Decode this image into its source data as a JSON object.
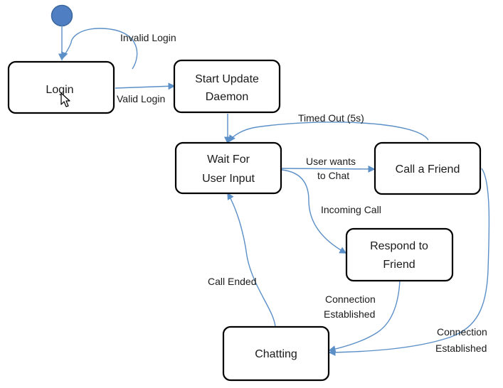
{
  "colors": {
    "state_border": "#000000",
    "state_fill": "#ffffff",
    "transition_line": "#5b8fc7",
    "initial_node": "#4f7fc2"
  },
  "states": {
    "login": "Login",
    "start_update_daemon": [
      "Start  Update",
      "Daemon"
    ],
    "wait_for_user_input": [
      "Wait For",
      "User Input"
    ],
    "call_a_friend": "Call a Friend",
    "respond_to_friend": [
      "Respond to",
      "Friend"
    ],
    "chatting": "Chatting"
  },
  "transitions": {
    "invalid_login": "Invalid Login",
    "valid_login": "Valid Login",
    "timed_out": "Timed Out (5s)",
    "user_wants_to_chat": [
      "User wants",
      "to Chat"
    ],
    "incoming_call": "Incoming Call",
    "call_ended": "Call Ended",
    "connection_established_respond": [
      "Connection",
      "Established"
    ],
    "connection_established_call": [
      "Connection",
      "Established"
    ]
  },
  "cursor_icon": "mouse-pointer-icon"
}
